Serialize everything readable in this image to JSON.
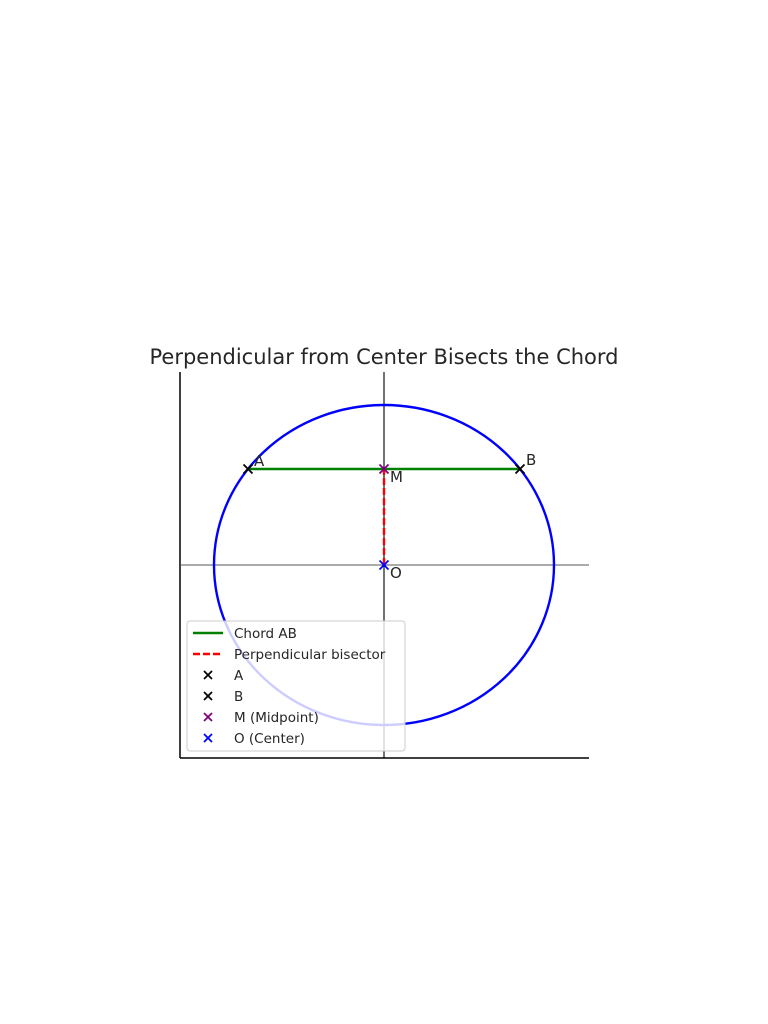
{
  "chart_data": {
    "type": "scatter",
    "title": "Perpendicular from Center Bisects the Chord",
    "xlabel": "",
    "ylabel": "",
    "xlim": [
      -6,
      6
    ],
    "ylim": [
      -6,
      6
    ],
    "grid": false,
    "circle": {
      "center": [
        0,
        0
      ],
      "radius": 5,
      "color": "#0000ff"
    },
    "chord": {
      "name": "Chord AB",
      "from": [
        -4,
        3
      ],
      "to": [
        4,
        3
      ],
      "color": "#008000"
    },
    "bisector": {
      "name": "Perpendicular bisector",
      "from": [
        0,
        0
      ],
      "to": [
        0,
        3
      ],
      "color": "#ff0000",
      "style": "dashed"
    },
    "points": [
      {
        "id": "A",
        "label": "A",
        "legend": "A",
        "x": -4,
        "y": 3,
        "color": "#000000"
      },
      {
        "id": "B",
        "label": "B",
        "legend": "B",
        "x": 4,
        "y": 3,
        "color": "#000000"
      },
      {
        "id": "M",
        "label": "M",
        "legend": "M (Midpoint)",
        "x": 0,
        "y": 3,
        "color": "#800080"
      },
      {
        "id": "O",
        "label": "O",
        "legend": "O (Center)",
        "x": 0,
        "y": 0,
        "color": "#0000ff"
      }
    ],
    "legend_position": "lower left"
  }
}
